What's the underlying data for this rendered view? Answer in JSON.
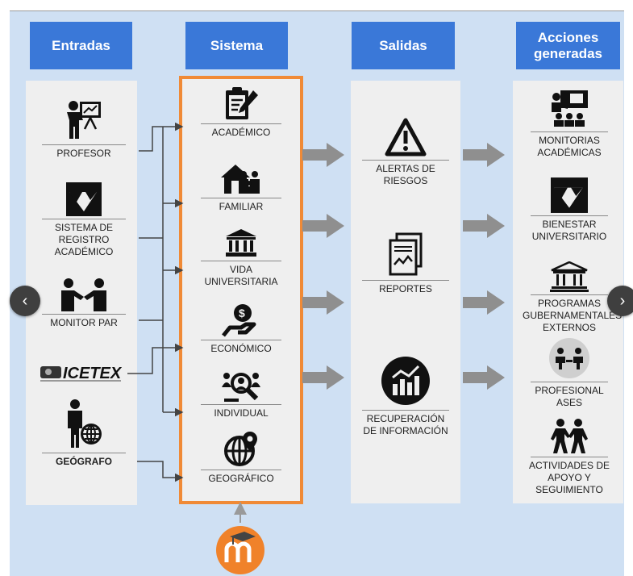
{
  "headers": {
    "entradas": "Entradas",
    "sistema": "Sistema",
    "salidas": "Salidas",
    "acciones": "Acciones\ngeneradas"
  },
  "entradas": [
    {
      "label": "PROFESOR",
      "icon": "teacher-board-icon"
    },
    {
      "label": "SISTEMA DE\nREGISTRO\nACADÉMICO",
      "icon": "registro-logo-icon"
    },
    {
      "label": "MONITOR PAR",
      "icon": "handshake-icon"
    },
    {
      "label": "",
      "icon": "icetex-logo",
      "logo_text": "ICETEX"
    },
    {
      "label": "GEÓGRAFO",
      "icon": "geographer-icon"
    }
  ],
  "sistema": [
    {
      "label": "ACADÉMICO",
      "icon": "clipboard-pen-icon"
    },
    {
      "label": "FAMILIAR",
      "icon": "family-house-icon"
    },
    {
      "label": "VIDA\nUNIVERSITARIA",
      "icon": "university-building-icon"
    },
    {
      "label": "ECONÓMICO",
      "icon": "money-hand-icon"
    },
    {
      "label": "INDIVIDUAL",
      "icon": "person-search-icon"
    },
    {
      "label": "GEOGRÁFICO",
      "icon": "globe-pin-icon"
    }
  ],
  "salidas": [
    {
      "label": "ALERTAS DE\nRIESGOS",
      "icon": "warning-triangle-icon"
    },
    {
      "label": "REPORTES",
      "icon": "report-document-icon"
    },
    {
      "label": "RECUPERACIÓN\nDE INFORMACIÓN",
      "icon": "analytics-circle-icon"
    }
  ],
  "acciones": [
    {
      "label": "MONITORIAS\nACADÉMICAS",
      "icon": "class-presentation-icon"
    },
    {
      "label": "BIENESTAR\nUNIVERSITARIO",
      "icon": "registro-logo-icon"
    },
    {
      "label": "PROGRAMAS\nGUBERNAMENTALES\nEXTERNOS",
      "icon": "government-building-icon"
    },
    {
      "label": "PROFESIONAL\nASES",
      "icon": "counseling-icon"
    },
    {
      "label": "ACTIVIDADES DE\nAPOYO Y\nSEGUIMIENTO",
      "icon": "two-people-icon"
    }
  ],
  "nav": {
    "prev": "‹",
    "next": "›"
  },
  "colors": {
    "header": "#3a78d8",
    "panel": "#efefef",
    "accent": "#f08a36",
    "background": "#cfe0f3",
    "arrow": "#8f8f8f"
  }
}
